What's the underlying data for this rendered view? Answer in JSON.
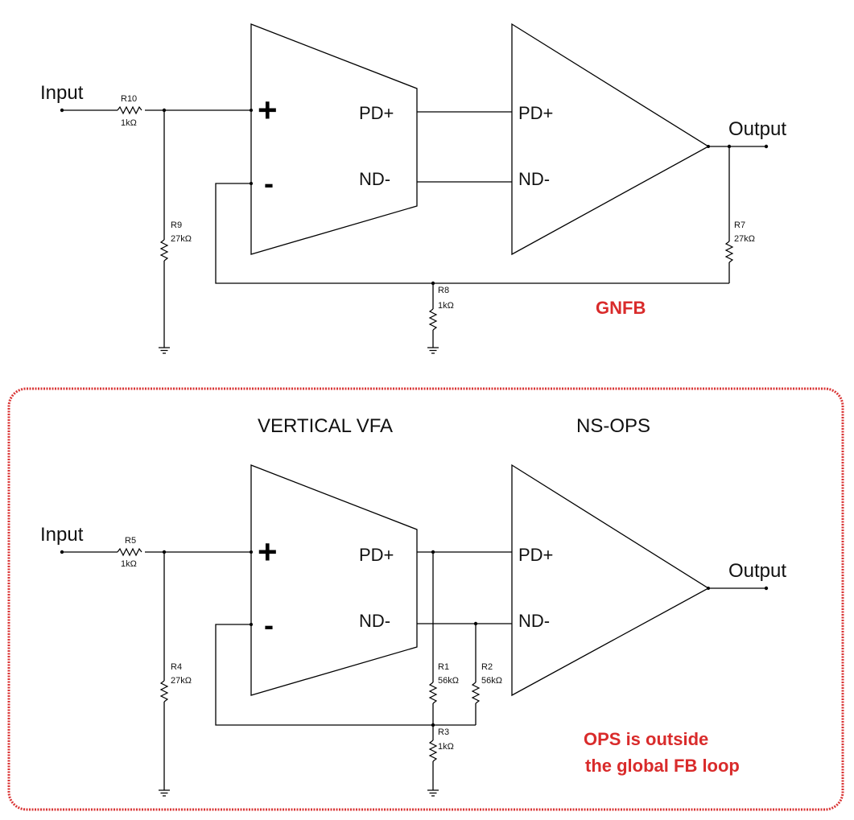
{
  "colors": {
    "wire": "#000000",
    "annotation": "#d92b2b",
    "frame": "#d93535"
  },
  "top": {
    "input_label": "Input",
    "output_label": "Output",
    "plus_sign": "+",
    "minus_sign": "-",
    "vfa_pd": "PD+",
    "vfa_nd": "ND-",
    "ops_pd": "PD+",
    "ops_nd": "ND-",
    "r10": {
      "name": "R10",
      "value": "1kΩ"
    },
    "r9": {
      "name": "R9",
      "value": "27kΩ"
    },
    "r7": {
      "name": "R7",
      "value": "27kΩ"
    },
    "r8": {
      "name": "R8",
      "value": "1kΩ"
    },
    "note": "GNFB"
  },
  "bottom": {
    "vfa_title": "VERTICAL VFA",
    "ops_title": "NS-OPS",
    "input_label": "Input",
    "output_label": "Output",
    "plus_sign": "+",
    "minus_sign": "-",
    "vfa_pd": "PD+",
    "vfa_nd": "ND-",
    "ops_pd": "PD+",
    "ops_nd": "ND-",
    "r5": {
      "name": "R5",
      "value": "1kΩ"
    },
    "r4": {
      "name": "R4",
      "value": "27kΩ"
    },
    "r1": {
      "name": "R1",
      "value": "56kΩ"
    },
    "r2": {
      "name": "R2",
      "value": "56kΩ"
    },
    "r3": {
      "name": "R3",
      "value": "1kΩ"
    },
    "note_line1": "OPS is outside",
    "note_line2": "the global FB loop"
  }
}
